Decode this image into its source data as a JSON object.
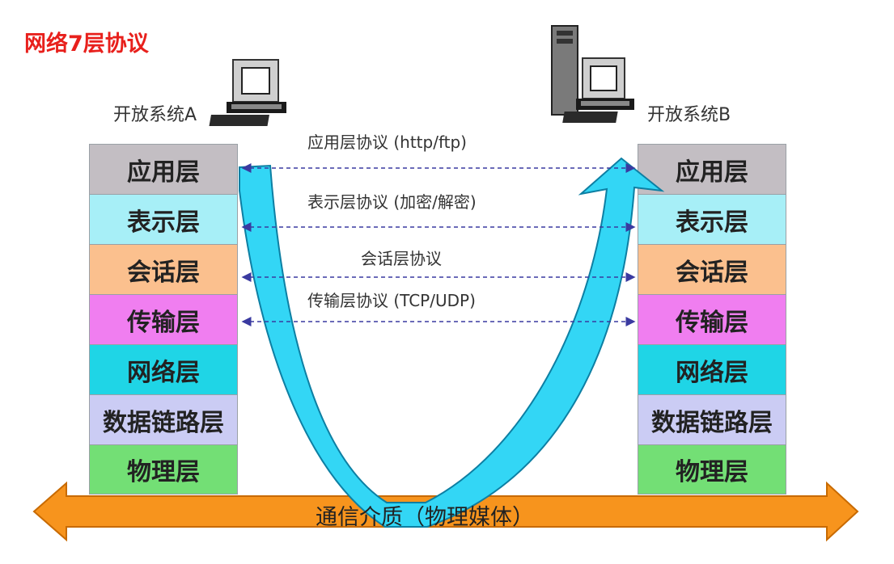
{
  "title": "网络7层协议",
  "system_a": {
    "label": "开放系统A"
  },
  "system_b": {
    "label": "开放系统B"
  },
  "layers": [
    {
      "name": "应用层",
      "color": "#c3bec3"
    },
    {
      "name": "表示层",
      "color": "#a7eff7"
    },
    {
      "name": "会话层",
      "color": "#fbc08e"
    },
    {
      "name": "传输层",
      "color": "#f07ef0"
    },
    {
      "name": "网络层",
      "color": "#1fd5e6"
    },
    {
      "name": "数据链路层",
      "color": "#cbccf4"
    },
    {
      "name": "物理层",
      "color": "#73df75"
    }
  ],
  "protocols": {
    "application": "应用层协议  (http/ftp)",
    "presentation": "表示层协议  (加密/解密)",
    "session": "会话层协议",
    "transport": "传输层协议  (TCP/UDP)"
  },
  "medium": {
    "label": "通信介质（物理媒体）",
    "color": "#f7941d"
  },
  "colors": {
    "title": "#e8201c",
    "flow_arrow": "#33d6f5",
    "dashed_line": "#3a3aa0"
  }
}
